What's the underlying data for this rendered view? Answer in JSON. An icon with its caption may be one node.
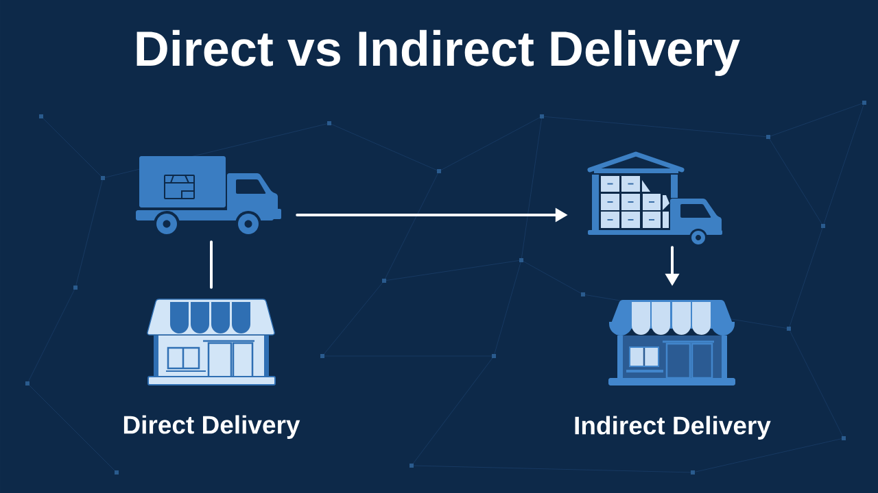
{
  "diagram": {
    "title": "Direct vs Indirect Delivery",
    "nodes": [
      {
        "text": [],
        "shape": "picture"
      },
      {
        "text": [],
        "shape": "picture"
      },
      {
        "text": [],
        "shape": "picture",
        "beside": [
          "Direct Delivery"
        ]
      },
      {
        "text": [],
        "shape": "picture",
        "beside": [
          "Indirect Delivery"
        ]
      }
    ],
    "edges": [
      {
        "from": 0,
        "to": 1,
        "arrow": "to"
      },
      {
        "from": 0,
        "to": 2,
        "arrow": "none"
      },
      {
        "from": 1,
        "to": 3,
        "arrow": "to"
      }
    ]
  }
}
